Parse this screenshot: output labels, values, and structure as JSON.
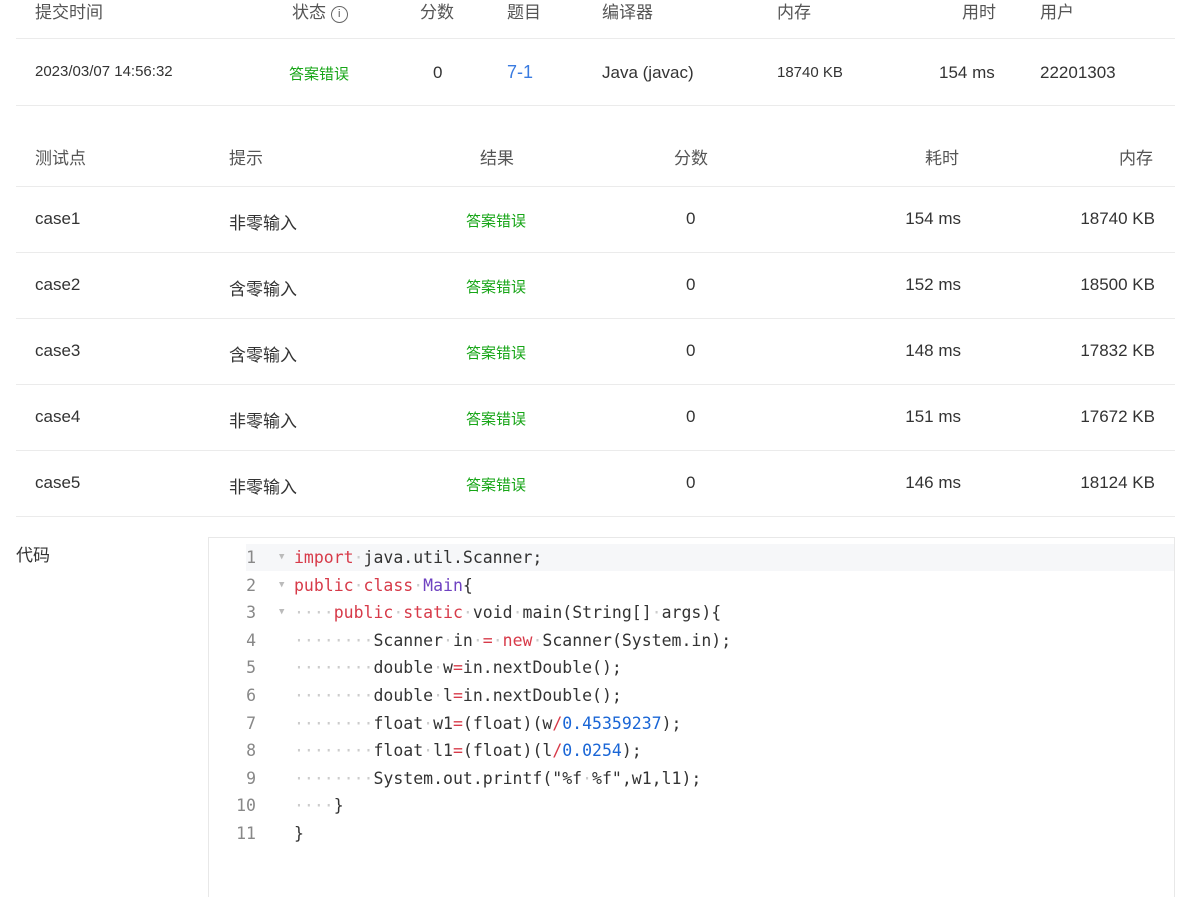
{
  "submission": {
    "headers": {
      "time": "提交时间",
      "status": "状态",
      "score": "分数",
      "problem": "题目",
      "compiler": "编译器",
      "memory": "内存",
      "duration": "用时",
      "user": "用户"
    },
    "row": {
      "time": "2023/03/07 14:56:32",
      "status": "答案错误",
      "score": "0",
      "problem": "7-1",
      "compiler": "Java (javac)",
      "memory": "18740 KB",
      "duration": "154 ms",
      "user": "22201303"
    }
  },
  "cases": {
    "headers": {
      "case": "测试点",
      "hint": "提示",
      "result": "结果",
      "score": "分数",
      "time": "耗时",
      "memory": "内存"
    },
    "rows": [
      {
        "case": "case1",
        "hint": "非零输入",
        "result": "答案错误",
        "score": "0",
        "time": "154 ms",
        "memory": "18740 KB"
      },
      {
        "case": "case2",
        "hint": "含零输入",
        "result": "答案错误",
        "score": "0",
        "time": "152 ms",
        "memory": "18500 KB"
      },
      {
        "case": "case3",
        "hint": "含零输入",
        "result": "答案错误",
        "score": "0",
        "time": "148 ms",
        "memory": "17832 KB"
      },
      {
        "case": "case4",
        "hint": "非零输入",
        "result": "答案错误",
        "score": "0",
        "time": "151 ms",
        "memory": "17672 KB"
      },
      {
        "case": "case5",
        "hint": "非零输入",
        "result": "答案错误",
        "score": "0",
        "time": "146 ms",
        "memory": "18124 KB"
      }
    ]
  },
  "code": {
    "label": "代码",
    "lines": [
      [
        [
          "import",
          "kw"
        ],
        [
          "·",
          "ws"
        ],
        [
          "java.util.Scanner;",
          ""
        ]
      ],
      [
        [
          "public",
          "kw"
        ],
        [
          "·",
          "ws"
        ],
        [
          "class",
          "kw"
        ],
        [
          "·",
          "ws"
        ],
        [
          "Main",
          "ty"
        ],
        [
          "{",
          ""
        ]
      ],
      [
        [
          "····",
          "ws"
        ],
        [
          "public",
          "kw"
        ],
        [
          "·",
          "ws"
        ],
        [
          "static",
          "kw"
        ],
        [
          "·",
          "ws"
        ],
        [
          "void",
          ""
        ],
        [
          "·",
          "ws"
        ],
        [
          "main(String[]",
          ""
        ],
        [
          "·",
          "ws"
        ],
        [
          "args){",
          ""
        ]
      ],
      [
        [
          "········",
          "ws"
        ],
        [
          "Scanner",
          ""
        ],
        [
          "·",
          "ws"
        ],
        [
          "in",
          ""
        ],
        [
          "·",
          "ws"
        ],
        [
          "=",
          "op"
        ],
        [
          "·",
          "ws"
        ],
        [
          "new",
          "kw"
        ],
        [
          "·",
          "ws"
        ],
        [
          "Scanner(System.in);",
          ""
        ]
      ],
      [
        [
          "········",
          "ws"
        ],
        [
          "double",
          ""
        ],
        [
          "·",
          "ws"
        ],
        [
          "w",
          ""
        ],
        [
          "=",
          "op"
        ],
        [
          "in.nextDouble();",
          ""
        ]
      ],
      [
        [
          "········",
          "ws"
        ],
        [
          "double",
          ""
        ],
        [
          "·",
          "ws"
        ],
        [
          "l",
          ""
        ],
        [
          "=",
          "op"
        ],
        [
          "in.nextDouble();",
          ""
        ]
      ],
      [
        [
          "········",
          "ws"
        ],
        [
          "float",
          ""
        ],
        [
          "·",
          "ws"
        ],
        [
          "w1",
          ""
        ],
        [
          "=",
          "op"
        ],
        [
          "(float)(w",
          ""
        ],
        [
          "/",
          "op"
        ],
        [
          "0.45359237",
          "num"
        ],
        [
          ");",
          ""
        ]
      ],
      [
        [
          "········",
          "ws"
        ],
        [
          "float",
          ""
        ],
        [
          "·",
          "ws"
        ],
        [
          "l1",
          ""
        ],
        [
          "=",
          "op"
        ],
        [
          "(float)(l",
          ""
        ],
        [
          "/",
          "op"
        ],
        [
          "0.0254",
          "num"
        ],
        [
          ");",
          ""
        ]
      ],
      [
        [
          "········",
          "ws"
        ],
        [
          "System.out.printf(\"%f",
          ""
        ],
        [
          "·",
          "ws"
        ],
        [
          "%f\",w1,l1);",
          ""
        ]
      ],
      [
        [
          "····",
          "ws"
        ],
        [
          "}",
          ""
        ]
      ],
      [
        [
          "}",
          ""
        ]
      ]
    ],
    "folds": [
      1,
      2,
      3
    ]
  }
}
